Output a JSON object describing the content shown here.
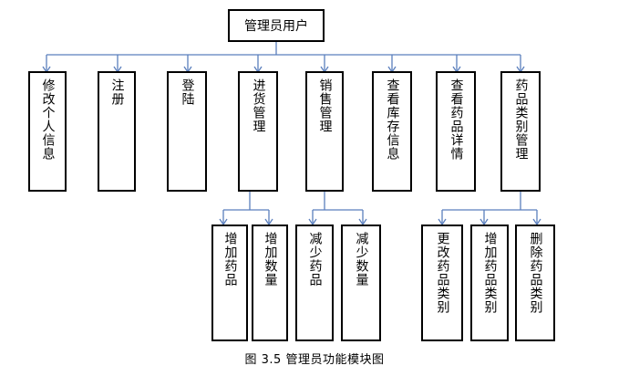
{
  "root": "管理员用户",
  "modules": [
    {
      "label": "修改个人信息"
    },
    {
      "label": "注册"
    },
    {
      "label": "登陆"
    },
    {
      "label": "进货管理"
    },
    {
      "label": "销售管理"
    },
    {
      "label": "查看库存信息"
    },
    {
      "label": "查看药品详情"
    },
    {
      "label": "药品类别管理"
    }
  ],
  "submodules": {
    "purchase": [
      {
        "label": "增加药品"
      },
      {
        "label": "增加数量"
      }
    ],
    "sales": [
      {
        "label": "减少药品"
      },
      {
        "label": "减少数量"
      }
    ],
    "category": [
      {
        "label": "更改药品类别"
      },
      {
        "label": "增加药品类别"
      },
      {
        "label": "删除药品类别"
      }
    ]
  },
  "caption": "图 3.5 管理员功能模块图",
  "colors": {
    "connector": "#5b7fbd",
    "border": "#000000"
  }
}
